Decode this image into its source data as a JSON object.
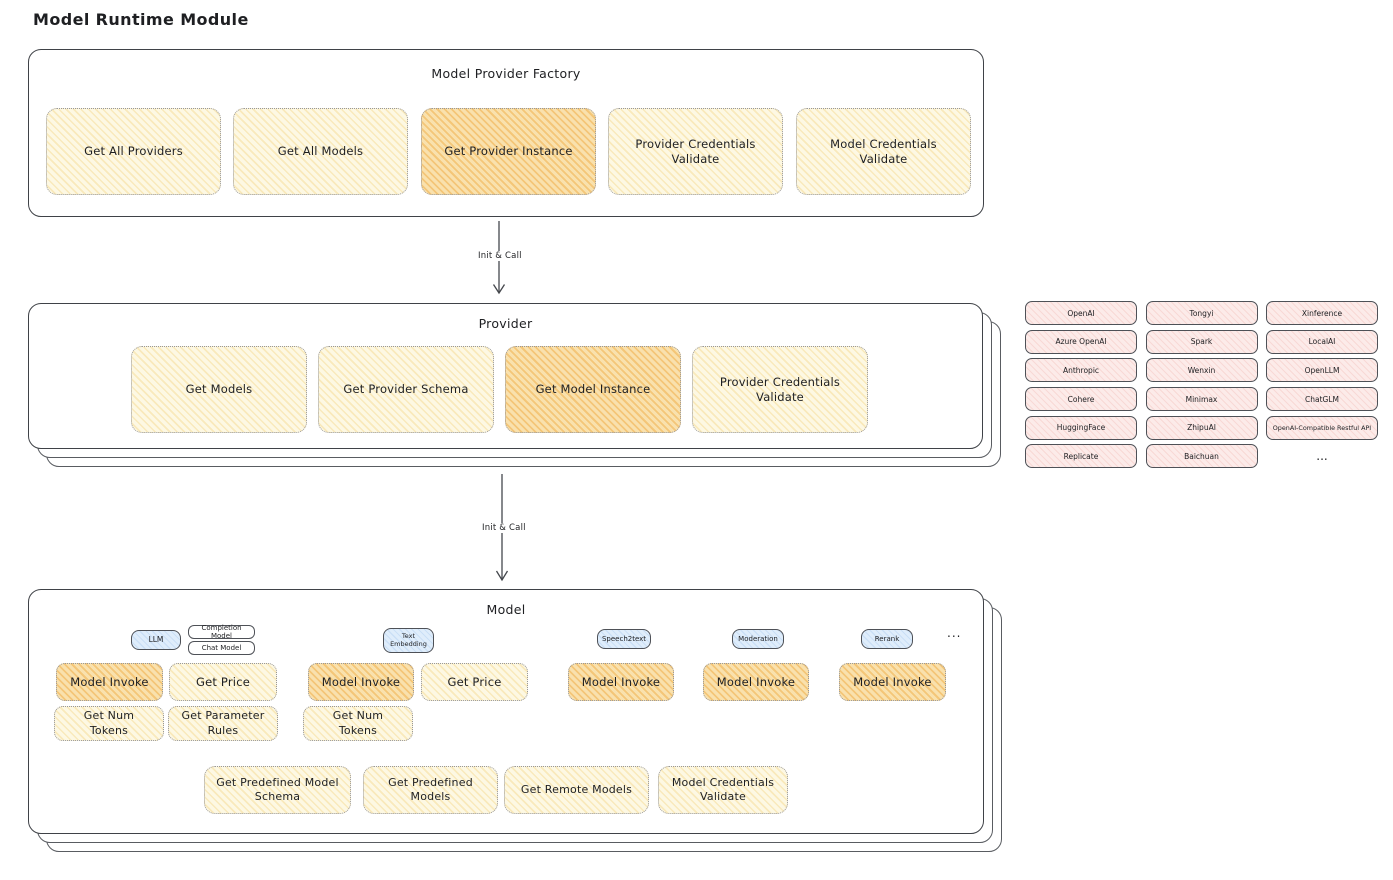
{
  "page_title": "Model Runtime Module",
  "colors": {
    "yellow_fill": "#fdf8e3",
    "orange_fill": "#f9e1ad",
    "blue_fill": "#dfedfb",
    "pink_fill": "#fcebe9",
    "outline": "#3f4247"
  },
  "flow": {
    "arrow_top_label": "Init & Call",
    "arrow_bottom_label": "Init & Call"
  },
  "factory": {
    "title": "Model Provider Factory",
    "buttons": [
      "Get All Providers",
      "Get All Models",
      "Get Provider Instance",
      "Provider Credentials Validate",
      "Model Credentials Validate"
    ]
  },
  "provider": {
    "title": "Provider",
    "buttons": [
      "Get Models",
      "Get Provider Schema",
      "Get Model Instance",
      "Provider Credentials Validate"
    ]
  },
  "providers_panel": {
    "items": [
      "OpenAI",
      "Tongyi",
      "Xinference",
      "Azure OpenAI",
      "Spark",
      "LocalAI",
      "Anthropic",
      "Wenxin",
      "OpenLLM",
      "Cohere",
      "Minimax",
      "ChatGLM",
      "HuggingFace",
      "ZhipuAI",
      "OpenAI-Compatible Restful API",
      "Replicate",
      "Baichuan"
    ],
    "ellipsis": "..."
  },
  "model": {
    "title": "Model",
    "tabs": {
      "llm": "LLM",
      "completion_model": "Completion Model",
      "chat_model": "Chat Model",
      "text_embedding": "Text Embedding",
      "speech2text": "Speech2text",
      "moderation": "Moderation",
      "rerank": "Rerank",
      "ellipsis": "..."
    },
    "llm_buttons": [
      "Model Invoke",
      "Get Price",
      "Get Num Tokens",
      "Get Parameter Rules"
    ],
    "text_embedding_buttons": [
      "Model Invoke",
      "Get Price",
      "Get Num Tokens"
    ],
    "speech2text_buttons": [
      "Model Invoke"
    ],
    "moderation_buttons": [
      "Model Invoke"
    ],
    "rerank_buttons": [
      "Model Invoke"
    ],
    "common_buttons": [
      "Get Predefined Model Schema",
      "Get Predefined Models",
      "Get Remote Models",
      "Model Credentials Validate"
    ]
  }
}
